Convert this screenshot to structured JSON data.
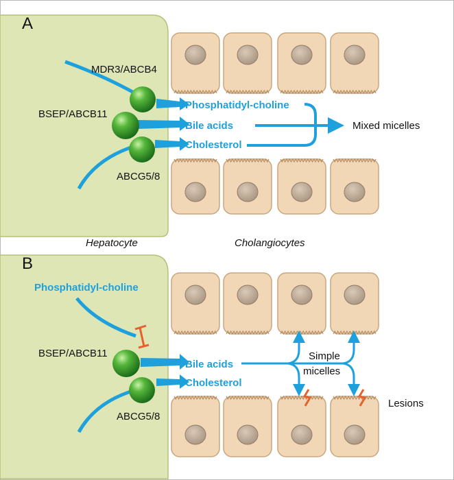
{
  "panel_a": {
    "letter": "A",
    "transporters": {
      "mdr3": "MDR3/ABCB4",
      "bsep": "BSEP/ABCB11",
      "abcg": "ABCG5/8"
    },
    "flows": {
      "pc": "Phosphatidyl-choline",
      "bile": "Bile acids",
      "chol": "Cholesterol"
    },
    "product": "Mixed micelles",
    "hepatocyte": "Hepatocyte",
    "cholangiocytes": "Cholangiocytes"
  },
  "panel_b": {
    "letter": "B",
    "pc": "Phosphatidyl-choline",
    "transporters": {
      "bsep": "BSEP/ABCB11",
      "abcg": "ABCG5/8"
    },
    "flows": {
      "bile": "Bile acids",
      "chol": "Cholesterol"
    },
    "product_line1": "Simple",
    "product_line2": "micelles",
    "lesions": "Lesions"
  },
  "colors": {
    "flow": "#1ea0dc",
    "hepatocyte": "#dde6b4",
    "cell": "#f2d7b6",
    "nucleus": "#c7b6a3",
    "transporter": "#2e9a2a",
    "lesion": "#e8602a"
  }
}
